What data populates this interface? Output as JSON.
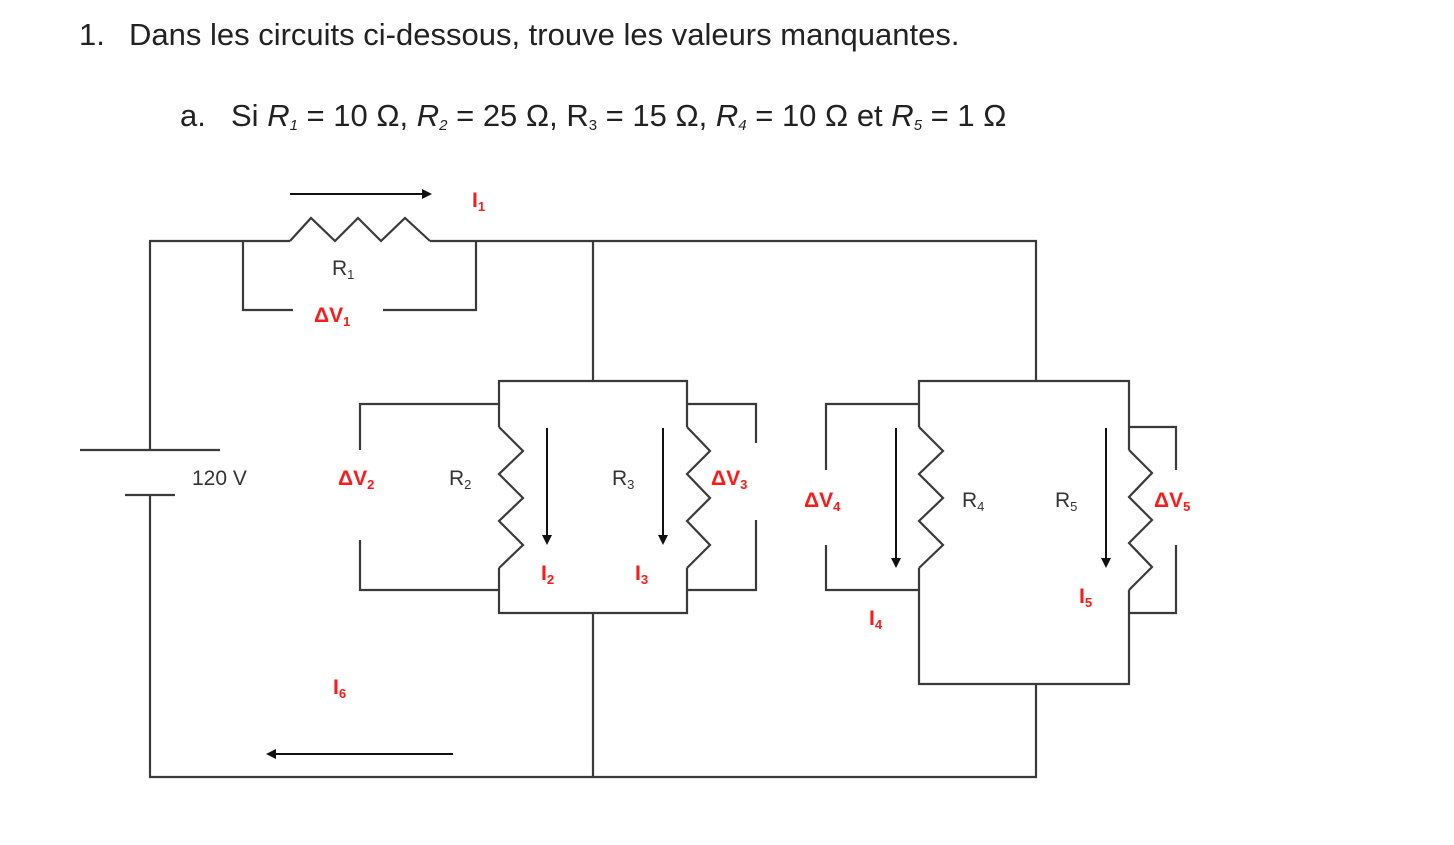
{
  "question": {
    "number": "1.",
    "text": "Dans les circuits ci-dessous, trouve les valeurs manquantes."
  },
  "subquestion": {
    "number": "a.",
    "prefix": "Si ",
    "r1": "R",
    "r1_sub": "1",
    "r1_val": " = 10 Ω, ",
    "r2": "R",
    "r2_sub": "2",
    "r2_val": " = 25 Ω, ",
    "r3": "R",
    "r3_sub": "3",
    "r3_val": " = 15 Ω, ",
    "r4": "R",
    "r4_sub": "4",
    "r4_val": " = 10 Ω et ",
    "r5": "R",
    "r5_sub": "5",
    "r5_val": " = 1 Ω"
  },
  "circuit": {
    "source": "120 V",
    "labels": {
      "I1": [
        "I",
        "1"
      ],
      "I2": [
        "I",
        "2"
      ],
      "I3": [
        "I",
        "3"
      ],
      "I4": [
        "I",
        "4"
      ],
      "I5": [
        "I",
        "5"
      ],
      "I6": [
        "I",
        "6"
      ],
      "R1": [
        "R",
        "1"
      ],
      "R2": [
        "R",
        "2"
      ],
      "R3": [
        "R",
        "3"
      ],
      "R4": [
        "R",
        "4"
      ],
      "R5": [
        "R",
        "5"
      ],
      "V1": [
        "ΔV",
        "1"
      ],
      "V2": [
        "ΔV",
        "2"
      ],
      "V3": [
        "ΔV",
        "3"
      ],
      "V4": [
        "ΔV",
        "4"
      ],
      "V5": [
        "ΔV",
        "5"
      ]
    },
    "colors": {
      "wire": "#3a3a3a",
      "label_red": "#ff1a1a"
    }
  }
}
